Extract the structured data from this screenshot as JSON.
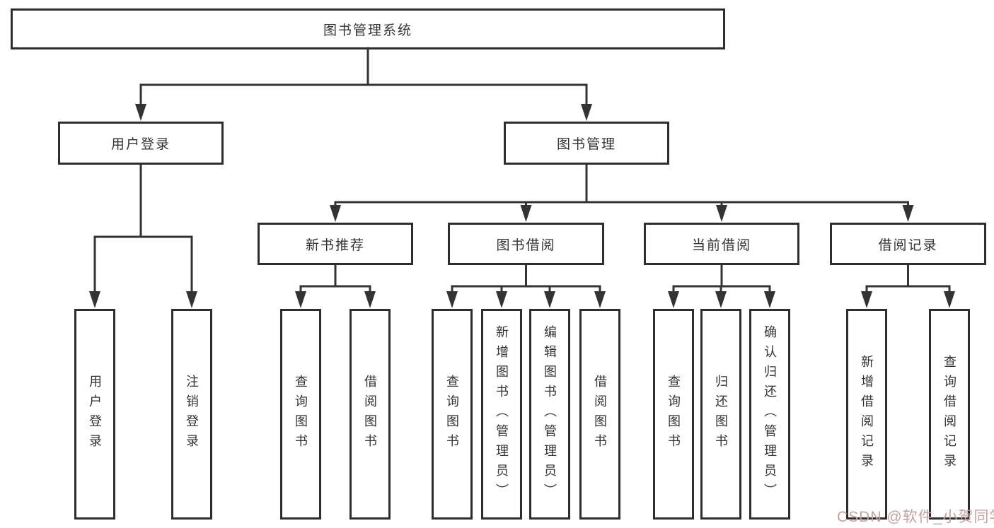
{
  "nodes": {
    "root": "图书管理系统",
    "l1": [
      "用户登录",
      "图书管理"
    ],
    "l2": [
      "新书推荐",
      "图书借阅",
      "当前借阅",
      "借阅记录"
    ],
    "leaves_user_login": [
      "用户登录",
      "注销登录"
    ],
    "leaves_new_books": [
      "查询图书",
      "借阅图书"
    ],
    "leaves_book_borrow": [
      "查询图书",
      "新增图书（管理员）",
      "编辑图书（管理员）",
      "借阅图书"
    ],
    "leaves_current_borrow": [
      "查询图书",
      "归还图书",
      "确认归还（管理员）"
    ],
    "leaves_borrow_records": [
      "新增借阅记录",
      "查询借阅记录"
    ]
  },
  "watermark": "CSDN @软件_小贺同学",
  "colors": {
    "line": "#333333",
    "box_border": "#2e2e2e",
    "text": "#333333",
    "watermark": "#c3a2a2",
    "background": "#ffffff"
  }
}
